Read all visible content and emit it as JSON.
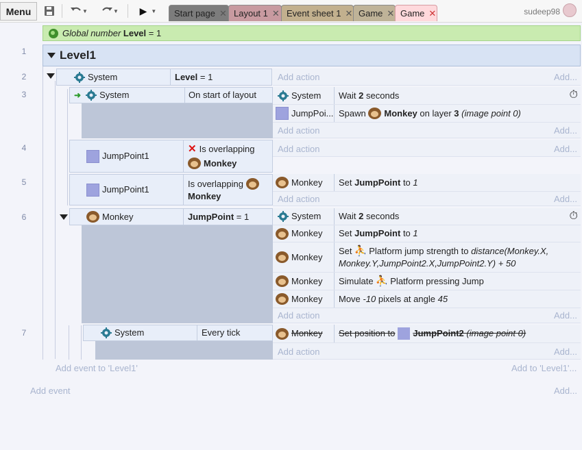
{
  "toolbar": {
    "menu_label": "Menu",
    "tabs": [
      {
        "label": "Start page",
        "bg": "#7c7c7c",
        "color": "#222"
      },
      {
        "label": "Layout 1",
        "bg": "#c89aa0",
        "color": "#222"
      },
      {
        "label": "Event sheet 1",
        "bg": "#c2b08e",
        "color": "#222"
      },
      {
        "label": "Game",
        "bg": "#bfb398",
        "color": "#222"
      },
      {
        "label": "Game",
        "bg": "#ffd9dc",
        "color": "#222"
      }
    ],
    "user_name": "sudeep98"
  },
  "global_var": {
    "prefix": "Global number",
    "name": "Level",
    "eq": "= 1"
  },
  "group": {
    "name": "Level1",
    "line": "1"
  },
  "events": {
    "e2": {
      "line": "2",
      "obj": "System",
      "cond_name": "Level",
      "cond_rest": "= 1",
      "add_action": "Add action",
      "add": "Add..."
    },
    "e3": {
      "line": "3",
      "obj": "System",
      "cond": "On start of layout",
      "a1_obj": "System",
      "a1_pre": "Wait",
      "a1_num": "2",
      "a1_post": "seconds",
      "a2_obj": "JumpPoi...",
      "a2_pre": "Spawn",
      "a2_target": "Monkey",
      "a2_mid": "on layer",
      "a2_layer": "3",
      "a2_italic": "(image point 0)",
      "add_action": "Add action",
      "add": "Add..."
    },
    "e4": {
      "line": "4",
      "obj": "JumpPoint1",
      "cond_pre": "Is overlapping",
      "cond_target": "Monkey",
      "add_action": "Add action",
      "add": "Add..."
    },
    "e5": {
      "line": "5",
      "obj": "JumpPoint1",
      "cond_pre": "Is overlapping",
      "cond_target": "Monkey",
      "a1_obj": "Monkey",
      "a1_pre": "Set",
      "a1_var": "JumpPoint",
      "a1_to": "to",
      "a1_val": "1",
      "add_action": "Add action",
      "add": "Add..."
    },
    "e6": {
      "line": "6",
      "obj": "Monkey",
      "cond_name": "JumpPoint",
      "cond_rest": "= 1",
      "a1_obj": "System",
      "a1_pre": "Wait",
      "a1_num": "2",
      "a1_post": "seconds",
      "a2_obj": "Monkey",
      "a2_pre": "Set",
      "a2_var": "JumpPoint",
      "a2_to": "to",
      "a2_val": "1",
      "a3_obj": "Monkey",
      "a3_pre": "Set",
      "a3_mid": "Platform jump strength to",
      "a3_expr1": "distance(Monkey.X,",
      "a3_expr2": "Monkey.Y,JumpPoint2.X,JumpPoint2.Y)",
      "a3_post": "+ 50",
      "a4_obj": "Monkey",
      "a4_pre": "Simulate",
      "a4_post": "Platform pressing Jump",
      "a5_obj": "Monkey",
      "a5_pre": "Move",
      "a5_num": "-10",
      "a5_mid": "pixels at angle",
      "a5_angle": "45",
      "add_action": "Add action",
      "add": "Add..."
    },
    "e7": {
      "line": "7",
      "obj": "System",
      "cond": "Every tick",
      "a1_obj": "Monkey",
      "a1_pre": "Set position to",
      "a1_target": "JumpPoint2",
      "a1_italic": "(image point 0)",
      "add_action": "Add action",
      "add": "Add..."
    }
  },
  "footer": {
    "add_event_to": "Add event to 'Level1'",
    "add_to": "Add to 'Level1'...",
    "add_event": "Add event",
    "add": "Add..."
  }
}
